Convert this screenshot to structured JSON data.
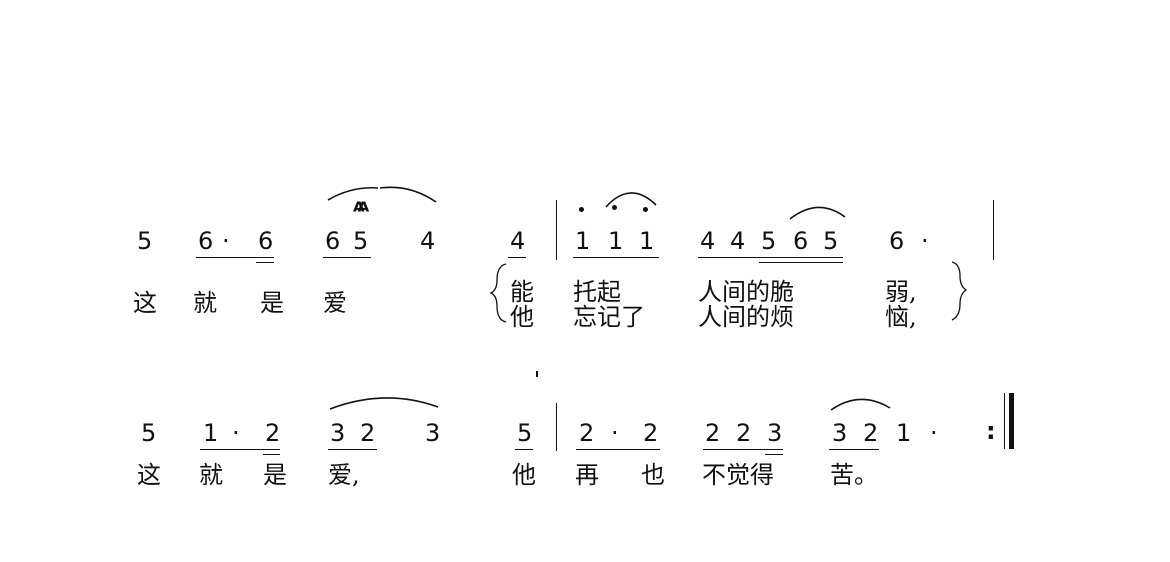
{
  "line1": {
    "notes": [
      "5",
      "6",
      "·",
      "6",
      "6",
      "5",
      "4",
      "4",
      "1",
      "1",
      "1",
      "4",
      "4",
      "5",
      "6",
      "5",
      "6",
      "·"
    ],
    "ornament": "AA",
    "lyrics_intro": [
      "这",
      "就",
      "是",
      "爱"
    ],
    "verse1": [
      "能",
      "托起",
      "人间的脆",
      "弱,"
    ],
    "verse2": [
      "他",
      "忘记了",
      "人间的烦",
      "恼,"
    ]
  },
  "line2": {
    "notes": [
      "5",
      "1",
      "·",
      "2",
      "3",
      "2",
      "3",
      "5",
      "2",
      "·",
      "2",
      "2",
      "2",
      "3",
      "3",
      "2",
      "1",
      "·",
      ":"
    ],
    "lyrics": [
      "这",
      "就",
      "是",
      "爱,",
      "他",
      "再",
      "也",
      "不觉得",
      "苦。"
    ]
  },
  "colors": {
    "ink": "#111111",
    "paper": "#ffffff"
  }
}
